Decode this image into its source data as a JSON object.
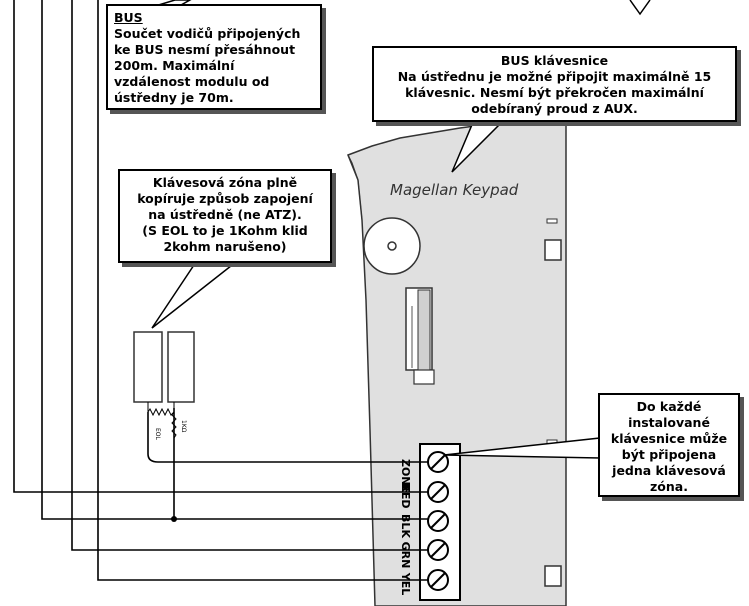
{
  "callouts": {
    "bus": {
      "title": "BUS",
      "lines": [
        "Součet vodičů připojených",
        "ke BUS nesmí přesáhnout",
        "200m. Maximální",
        "vzdálenost modulu od",
        "ústředny je 70m."
      ]
    },
    "bus_keypad": {
      "title": "BUS klávesnice",
      "lines": [
        "Na ústřednu je možné připojit maximálně 15",
        "klávesnic. Nesmí být překročen maximální",
        "odebíraný proud z AUX."
      ]
    },
    "keypad_zone": {
      "lines": [
        "Klávesová zóna plně",
        "kopíruje způsob zapojení",
        "na ústředně (ne ATZ).",
        "(S EOL to je 1Kohm klid",
        "2kohm narušeno)"
      ]
    },
    "each_keypad": {
      "lines": [
        "Do každé",
        "instalované",
        "klávesnice může",
        "být připojena",
        "jedna klávesová",
        "zóna."
      ]
    }
  },
  "keypad": {
    "brand": "Magellan  Keypad",
    "terminals": [
      "ZONE",
      "RED",
      "BLK",
      "GRN",
      "YEL"
    ]
  },
  "resistor_labels": [
    "EOL",
    "1KΩ"
  ],
  "colors": {
    "wire": "#000000",
    "keypad_fill": "#e0e0e0",
    "callout_shadow": "#555555"
  }
}
